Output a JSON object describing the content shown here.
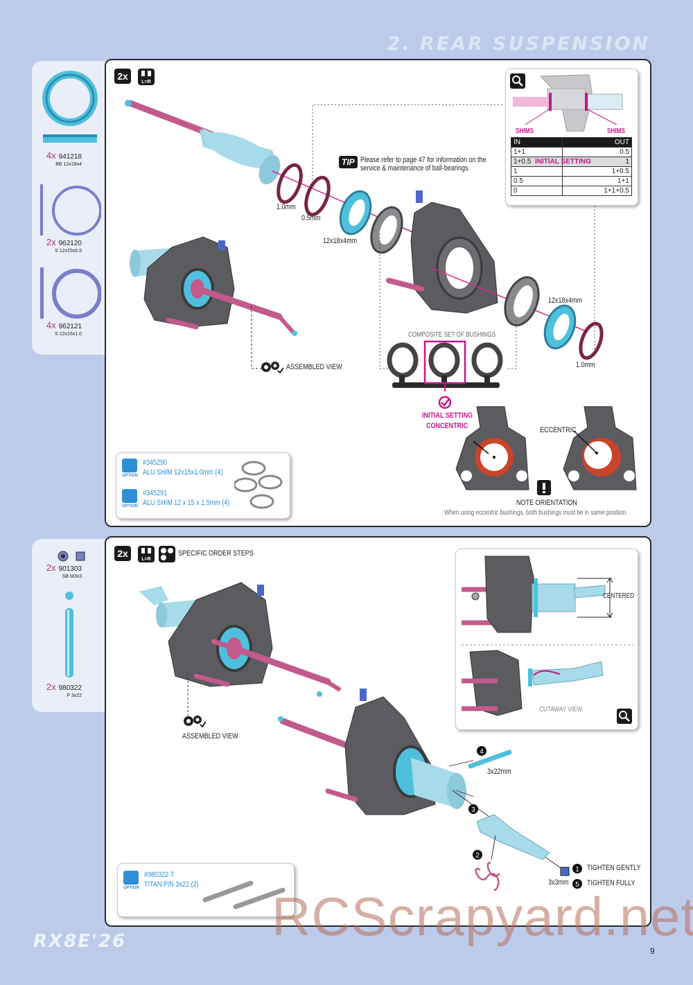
{
  "header": {
    "section_title": "2. REAR SUSPENSION"
  },
  "sidebar_top": {
    "parts": [
      {
        "qty": "4x",
        "number": "941218",
        "spec": "BB 12x18x4"
      },
      {
        "qty": "2x",
        "number": "962120",
        "spec": "S 12x15x0.5"
      },
      {
        "qty": "4x",
        "number": "962121",
        "spec": "S 12x15x1.0"
      }
    ]
  },
  "sidebar_bottom": {
    "parts": [
      {
        "qty": "2x",
        "number": "901303",
        "spec": "SB M3x3"
      },
      {
        "qty": "2x",
        "number": "980322",
        "spec": "P 3x22"
      }
    ]
  },
  "step1": {
    "badge": "2x",
    "lr": "L=R",
    "tip_badge": "TIP",
    "tip_text_1": "Please refer to page 47 for information on the",
    "tip_text_2": "service & maintenance of ball-bearings.",
    "labels": {
      "shim_1mm": "1.0mm",
      "shim_05mm": "0.5mm",
      "bearing_left": "12x18x4mm",
      "bearing_right": "12x18x4mm",
      "shim_right": "1.0mm",
      "assembled_view": "ASSEMBLED VIEW",
      "composite": "COMPOSITE SET OF BUSHINGS",
      "initial_setting": "INITIAL SETTING",
      "concentric": "CONCENTRIC",
      "eccentric": "ECCENTRIC",
      "note_orientation": "NOTE ORIENTATION",
      "note_text": "When using eccentric bushings, both bushings must be in same position."
    },
    "shim_table": {
      "shims_left": "SHIMS",
      "shims_right": "SHIMS",
      "head_in": "IN",
      "head_out": "OUT",
      "rows": [
        {
          "in": "1+1",
          "out": "0.5",
          "note": ""
        },
        {
          "in": "1+0.5",
          "out": "1",
          "note": "INITIAL SETTING"
        },
        {
          "in": "1",
          "out": "1+0.5",
          "note": ""
        },
        {
          "in": "0.5",
          "out": "1+1",
          "note": ""
        },
        {
          "in": "0",
          "out": "1+1+0.5",
          "note": ""
        }
      ]
    },
    "options": [
      {
        "number": "#345290",
        "desc": "ALU SHIM 12x15x1.0mm (4)",
        "label": "OPTION"
      },
      {
        "number": "#345291",
        "desc": "ALU SHIM 12 x 15 x 1.5mm (4)",
        "label": "OPTION"
      }
    ]
  },
  "step2": {
    "badge": "2x",
    "lr": "L=R",
    "order_title": "SPECIFIC ORDER STEPS",
    "labels": {
      "centered": "CENTERED",
      "cutaway": "CUTAWAY VIEW",
      "assembled_view": "ASSEMBLED VIEW",
      "pin": "3x22mm",
      "screw": "3x3mm",
      "tighten_gently": "TIGHTEN GENTLY",
      "tighten_fully": "TIGHTEN FULLY"
    },
    "step_numbers": [
      "4",
      "3",
      "2",
      "1",
      "5"
    ],
    "option": {
      "number": "#980322-T",
      "desc": "TITAN PIN 3x22 (2)",
      "label": "OPTION"
    }
  },
  "footer": {
    "logo": "RX8E'26",
    "page_number": "9",
    "watermark": "RCScrapyard.net"
  },
  "colors": {
    "background": "#bccbea",
    "accent": "#c4178a",
    "shaft": "#c25a8c",
    "bearing": "#56c3dc",
    "plastic": "#58585c",
    "option_blue": "#2e8fd6"
  }
}
